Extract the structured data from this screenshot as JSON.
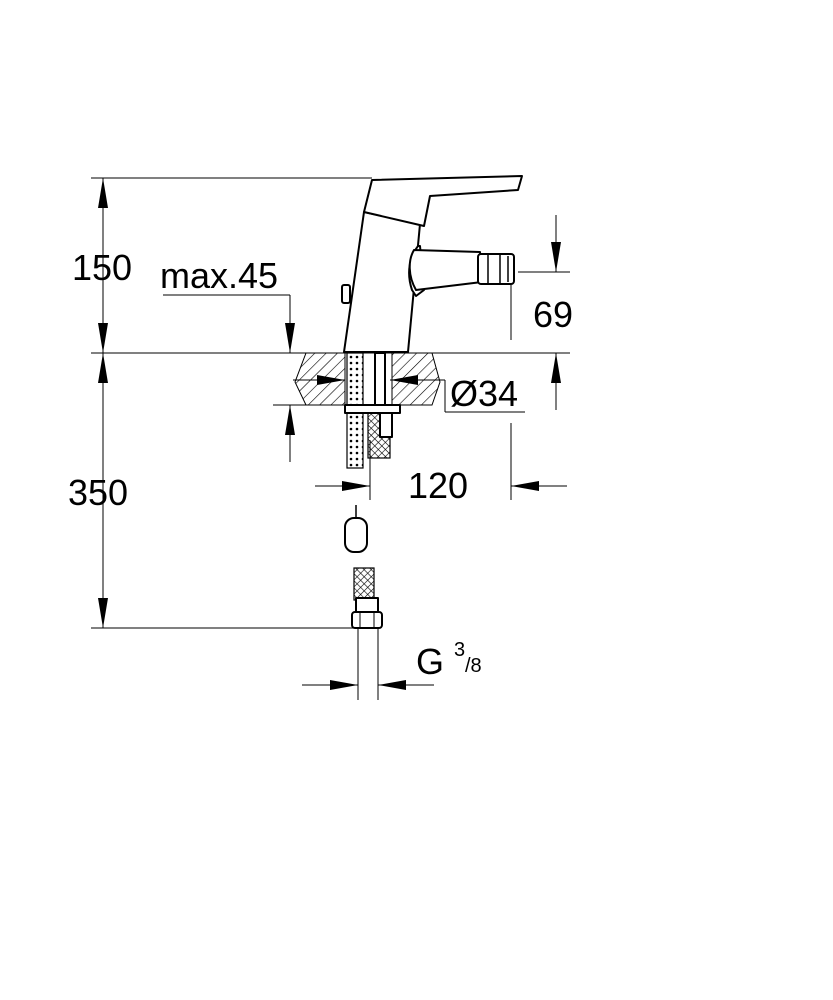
{
  "labels": {
    "top_height": "150",
    "max_thickness": "max.45",
    "spout_height": "69",
    "hole_diameter": "Ø34",
    "hose_length": "350",
    "spout_reach": "120",
    "connection_G": "G",
    "connection_numerator": "3",
    "connection_denominator": "/8"
  }
}
